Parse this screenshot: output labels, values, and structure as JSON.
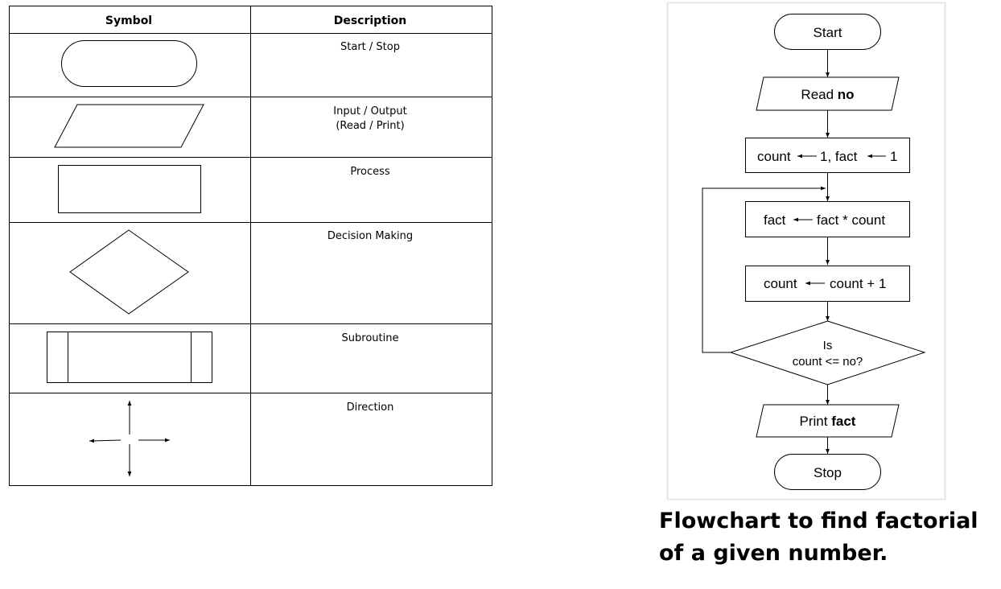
{
  "symbol_table": {
    "headers": {
      "symbol": "Symbol",
      "description": "Description"
    },
    "rows": [
      {
        "symbol": "terminator-shape",
        "description_lines": [
          "Start / Stop"
        ]
      },
      {
        "symbol": "parallelogram-shape",
        "description_lines": [
          "Input / Output",
          "(Read / Print)"
        ]
      },
      {
        "symbol": "rectangle-shape",
        "description_lines": [
          "Process"
        ]
      },
      {
        "symbol": "diamond-shape",
        "description_lines": [
          "Decision Making"
        ]
      },
      {
        "symbol": "subroutine-shape",
        "description_lines": [
          "Subroutine"
        ]
      },
      {
        "symbol": "direction-arrows",
        "description_lines": [
          "Direction"
        ]
      }
    ]
  },
  "flowchart": {
    "start": "Start",
    "read": {
      "prefix": "Read ",
      "var": "no"
    },
    "init": {
      "left": "count",
      "right": "1, fact",
      "tail": "1"
    },
    "multiply": {
      "left": "fact",
      "right": "fact * count"
    },
    "increment": {
      "left": "count",
      "right": "count + 1"
    },
    "decision": {
      "line1": "Is",
      "line2": "count <= no?"
    },
    "print": {
      "prefix": "Print ",
      "var": "fact"
    },
    "stop": "Stop"
  },
  "caption": "Flowchart to find factorial of a given number.",
  "colors": {
    "line": "#000000",
    "panel_border": "#dfe6ef",
    "background": "#ffffff"
  }
}
